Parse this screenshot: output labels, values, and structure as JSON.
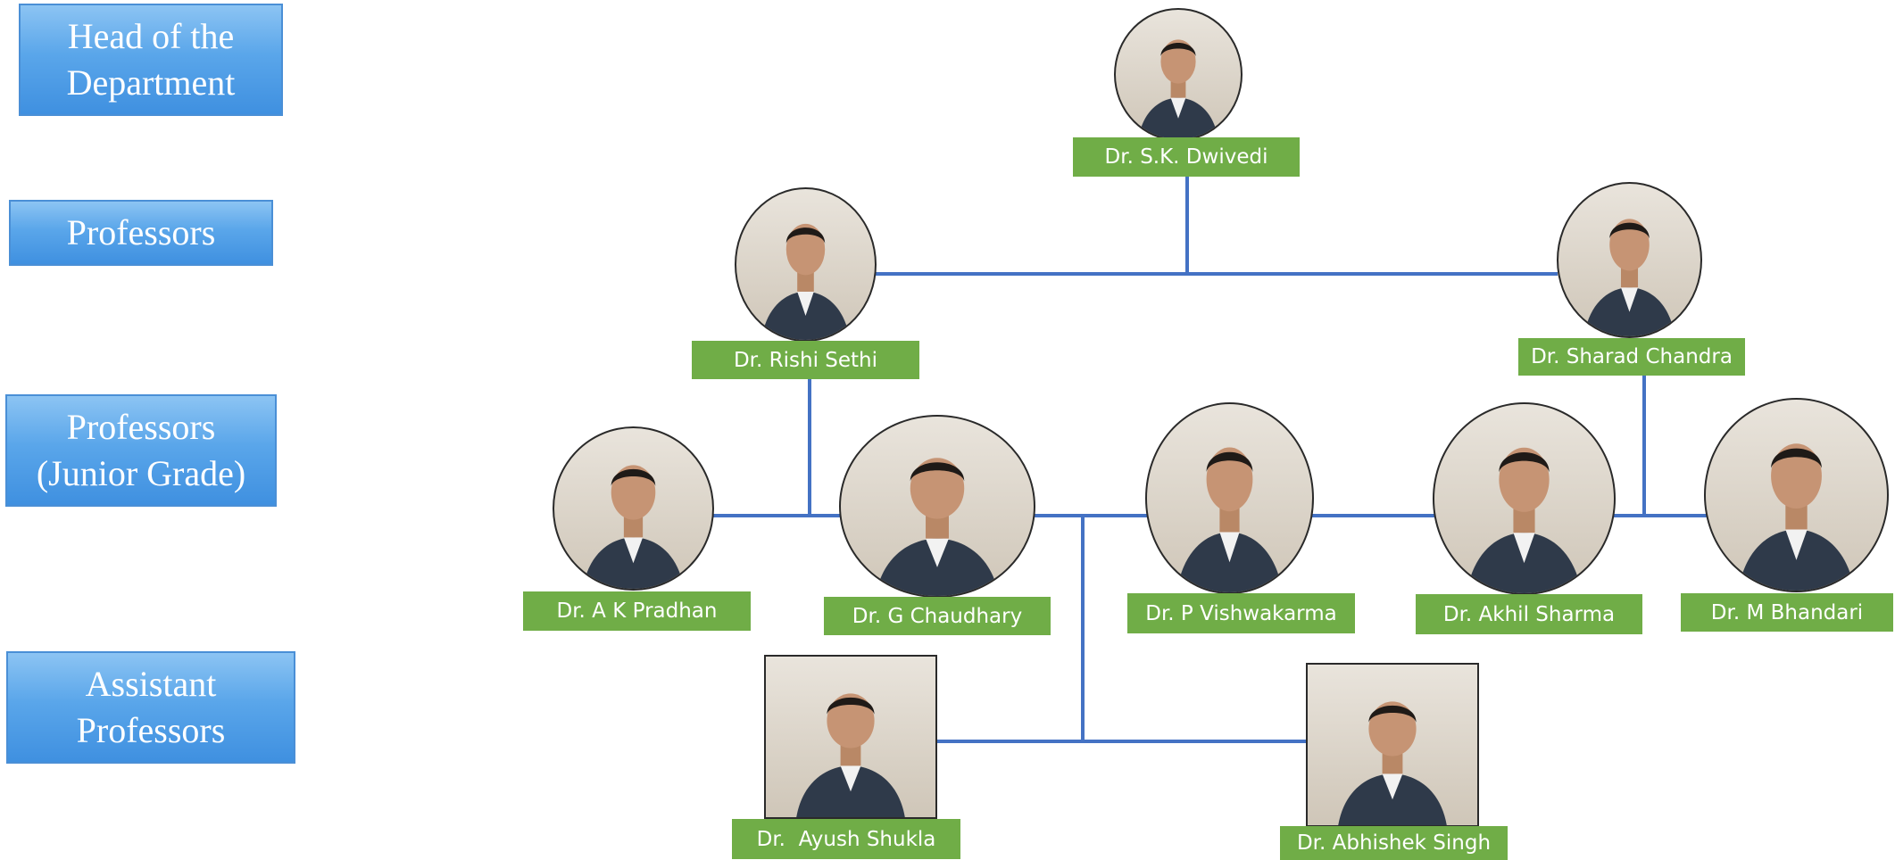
{
  "tiers": {
    "hod": "Head of the\nDepartment",
    "professors": "Professors",
    "junior": "Professors\n(Junior Grade)",
    "assistant": "Assistant\nProfessors"
  },
  "people": {
    "dwivedi": "Dr. S.K. Dwivedi",
    "sethi": "Dr. Rishi Sethi",
    "chandra": "Dr. Sharad Chandra",
    "pradhan": "Dr. A K Pradhan",
    "chaudhary": "Dr. G Chaudhary",
    "vishwakarma": "Dr. P Vishwakarma",
    "sharma": "Dr. Akhil Sharma",
    "bhandari": "Dr. M Bhandari",
    "shukla": "Dr.  Ayush Shukla",
    "singh": "Dr. Abhishek Singh"
  },
  "colors": {
    "connector": "#4472c4",
    "name_label": "#70ad47",
    "tier_box": "#5aa6ea"
  },
  "icons": {
    "portrait": "person-photo-icon"
  }
}
